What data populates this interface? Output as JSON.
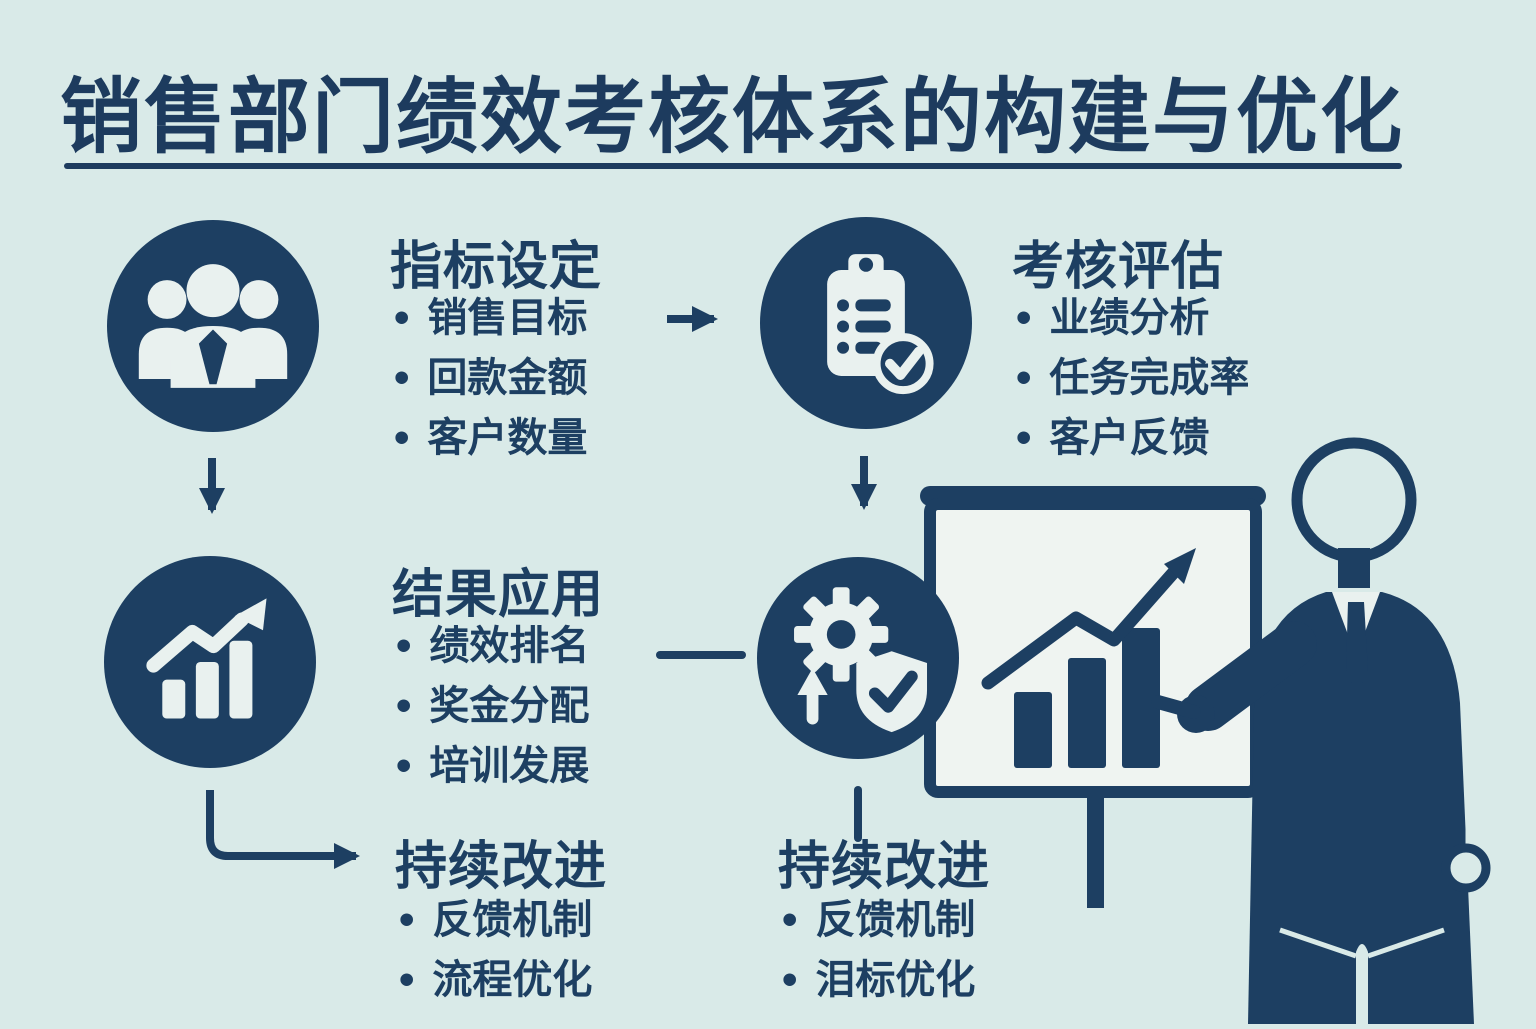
{
  "colors": {
    "background": "#d9eae8",
    "primary": "#1d3f62",
    "icon_foreground": "#e9f1ef",
    "board_fill": "#eff4f1"
  },
  "title": {
    "text": "销售部门绩效考核体系的构建与优化"
  },
  "bullet": "•",
  "nodes": {
    "indicator": {
      "heading": "指标设定",
      "icon": "team-icon",
      "items": [
        "销售目标",
        "回款金额",
        "客户数量"
      ]
    },
    "assessment": {
      "heading": "考核评估",
      "icon": "checklist-icon",
      "items": [
        "业绩分析",
        "任务完成率",
        "客户反馈"
      ]
    },
    "result": {
      "heading": "结果应用",
      "icon": "growth-chart-icon",
      "items": [
        "绩效排名",
        "奖金分配",
        "培训发展"
      ]
    },
    "improve_left": {
      "heading": "持续改进",
      "items": [
        "反馈机制",
        "流程优化"
      ]
    },
    "improve_center": {
      "heading": "持续改进",
      "icon": "gear-shield-icon",
      "items": [
        "反馈机制",
        "泪标优化"
      ]
    }
  },
  "illustrations": {
    "presenter": "businessman-pointing",
    "board": "presentation-board-bar-chart"
  }
}
